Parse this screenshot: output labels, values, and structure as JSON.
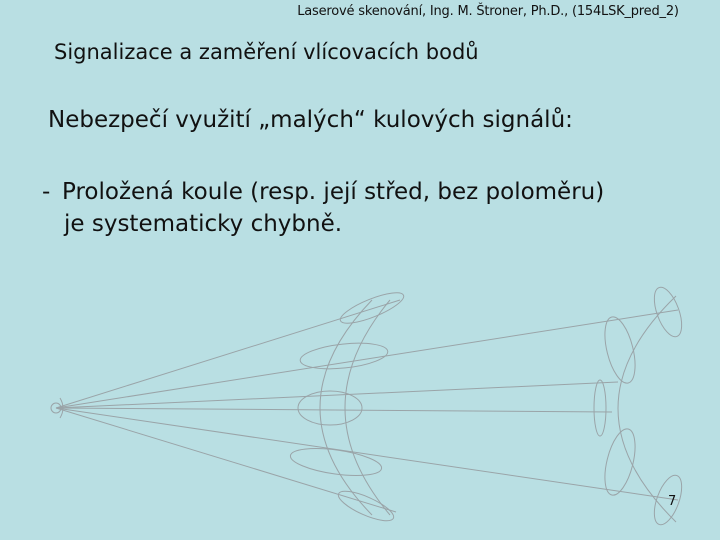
{
  "header": {
    "text": "Laserové skenování, Ing. M. Štroner, Ph.D., (154LSK_pred_2)"
  },
  "subtitle": "Signalizace a zaměření vlícovacích bodů",
  "heading": "Nebezpečí využití „malých“ kulových signálů:",
  "bullet": {
    "dash": "-",
    "line1": "Proložená koule (resp. její střed, bez poloměru)",
    "line2": "je systematicky chybně."
  },
  "page_number": "7"
}
